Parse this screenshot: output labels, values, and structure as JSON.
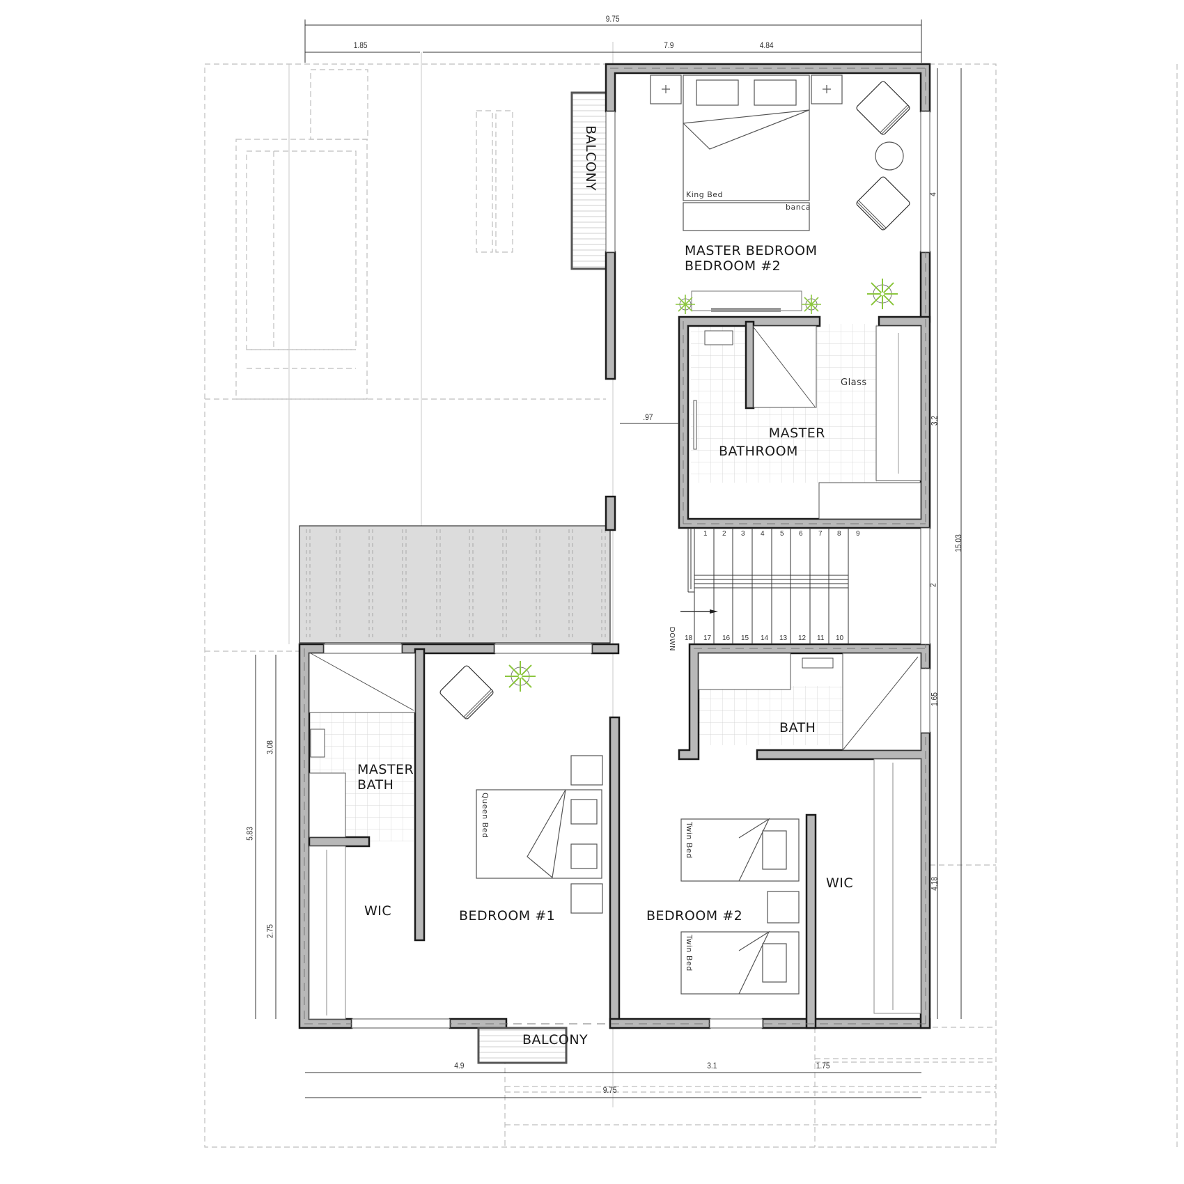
{
  "rooms": {
    "master_bedroom": {
      "line1": "MASTER BEDROOM",
      "line2": "BEDROOM #2"
    },
    "master_bathroom": {
      "line1": "MASTER",
      "line2": "BATHROOM"
    },
    "bath": "BATH",
    "master_bath": {
      "line1": "MASTER",
      "line2": "BATH"
    },
    "wic_left": "WIC",
    "wic_right": "WIC",
    "bedroom1": "BEDROOM #1",
    "bedroom2": "BEDROOM #2",
    "balcony_top": "BALCONY",
    "balcony_bottom": "BALCONY"
  },
  "furniture_labels": {
    "king_bed": "King Bed",
    "banca": "banca",
    "queen_bed": "Queen Bed",
    "twin_bed_1": "Twin Bed",
    "twin_bed_2": "Twin Bed",
    "glass": "Glass",
    "stairs_direction": "DOWN"
  },
  "stairs": {
    "upper_numbers": [
      "1",
      "2",
      "3",
      "4",
      "5",
      "6",
      "7",
      "8",
      "9"
    ],
    "lower_numbers": [
      "18",
      "17",
      "16",
      "15",
      "14",
      "13",
      "12",
      "11",
      "10"
    ]
  },
  "dimensions": {
    "top_total": "9.75",
    "top_left": "1.85",
    "top_mid": "7.9",
    "top_right": "4.84",
    "corridor": ".97",
    "right_segments": [
      "4",
      "3.2",
      "2",
      "1.65",
      "4.18"
    ],
    "right_total": "15.03",
    "left_total": "5.83",
    "left_segments": [
      "3.08",
      "2.75"
    ],
    "bottom_segments": [
      "4.9",
      "3.1",
      "1.75"
    ],
    "bottom_total": "9.75"
  },
  "colors": {
    "wall_fill": "#b8b8b8",
    "wall_outline": "#1a1a1a",
    "roof_fill": "#dcdcdc",
    "dashed": "#bdbdbd",
    "plant": "#8cc63f",
    "tile": "#d6d6d6"
  }
}
